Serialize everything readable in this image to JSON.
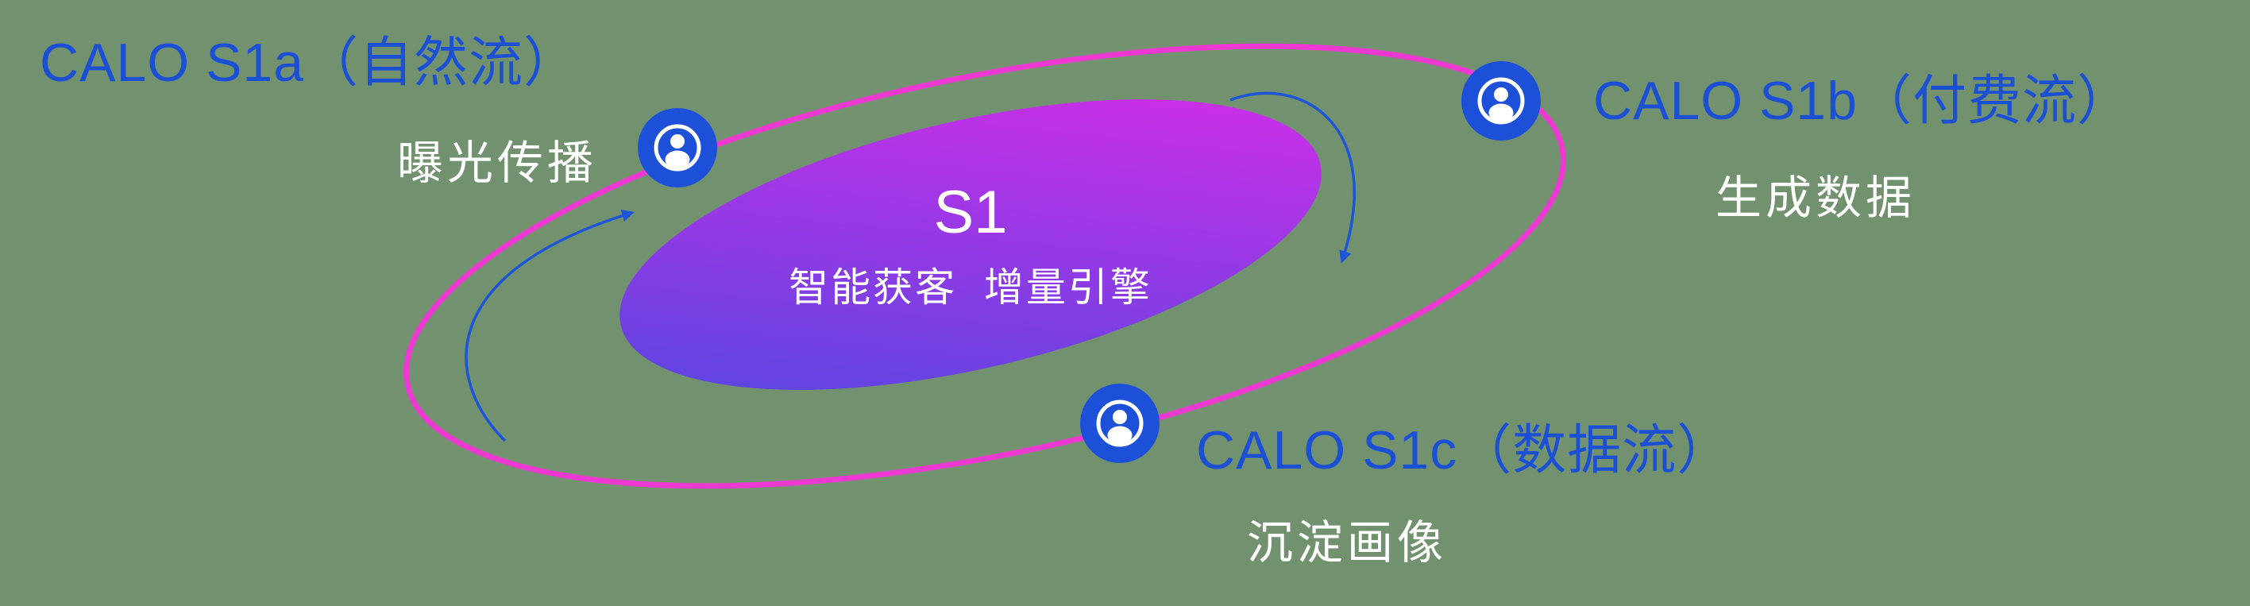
{
  "colors": {
    "background_green": "#72926f",
    "label_blue": "#1c50d4",
    "text_white": "#ffffff",
    "orbit_pink": "#ee3ad2",
    "gradient_start": "#4c48e0",
    "gradient_end": "#dd2bea",
    "icon_blue": "#1d50d8",
    "arrow_blue": "#1c55d8"
  },
  "core": {
    "title": "S1",
    "subtitle": "智能获客  增量引擎"
  },
  "nodes": [
    {
      "id": "s1a",
      "title": "CALO S1a（自然流）",
      "subtitle": "曝光传播"
    },
    {
      "id": "s1b",
      "title": "CALO S1b（付费流）",
      "subtitle": "生成数据"
    },
    {
      "id": "s1c",
      "title": "CALO S1c（数据流）",
      "subtitle": "沉淀画像"
    }
  ]
}
